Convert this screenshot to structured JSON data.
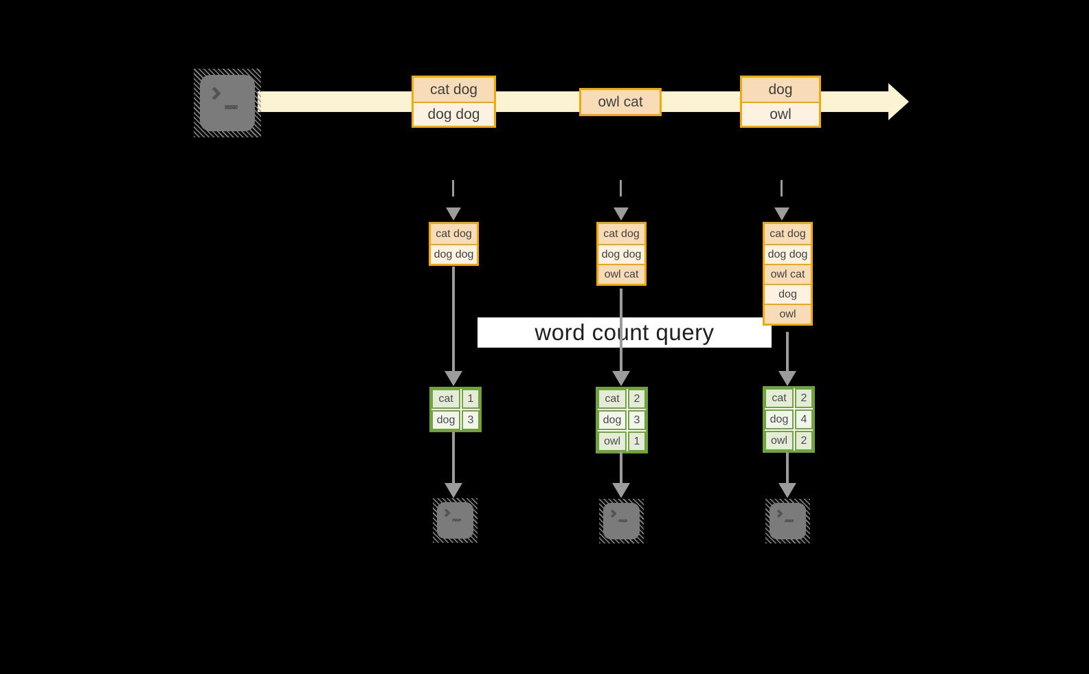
{
  "diagram": {
    "banner_label": "word count query",
    "stream_events": [
      {
        "cells": [
          "cat dog",
          "dog dog"
        ]
      },
      {
        "cells": [
          "owl cat"
        ]
      },
      {
        "cells": [
          "dog",
          "owl"
        ]
      }
    ],
    "columns": [
      {
        "buffer_cells": [
          "cat dog",
          "dog dog"
        ],
        "count_rows": [
          {
            "word": "cat",
            "count": "1"
          },
          {
            "word": "dog",
            "count": "3"
          }
        ]
      },
      {
        "buffer_cells": [
          "cat dog",
          "dog dog",
          "owl cat"
        ],
        "count_rows": [
          {
            "word": "cat",
            "count": "2"
          },
          {
            "word": "dog",
            "count": "3"
          },
          {
            "word": "owl",
            "count": "1"
          }
        ]
      },
      {
        "buffer_cells": [
          "cat dog",
          "dog dog",
          "owl cat",
          "dog",
          "owl"
        ],
        "count_rows": [
          {
            "word": "cat",
            "count": "2"
          },
          {
            "word": "dog",
            "count": "4"
          },
          {
            "word": "owl",
            "count": "2"
          }
        ]
      }
    ]
  },
  "icons": {
    "source_terminal": "terminal-icon",
    "output_terminal": "terminal-icon"
  },
  "colors": {
    "background": "#000000",
    "stream_band": "#fcf3d2",
    "amber_border": "#f0a80a",
    "peach_fill": "#f8dcb8",
    "cream_fill": "#fdf2e2",
    "green_border": "#6fa43d",
    "green_fill_dark": "#e4ecd7",
    "green_fill_light": "#f1f5eb",
    "arrow_gray": "#9c9c9c",
    "terminal_gray": "#7b7b7b",
    "banner_bg": "#ffffff",
    "text_dark": "#3f3f3f"
  }
}
